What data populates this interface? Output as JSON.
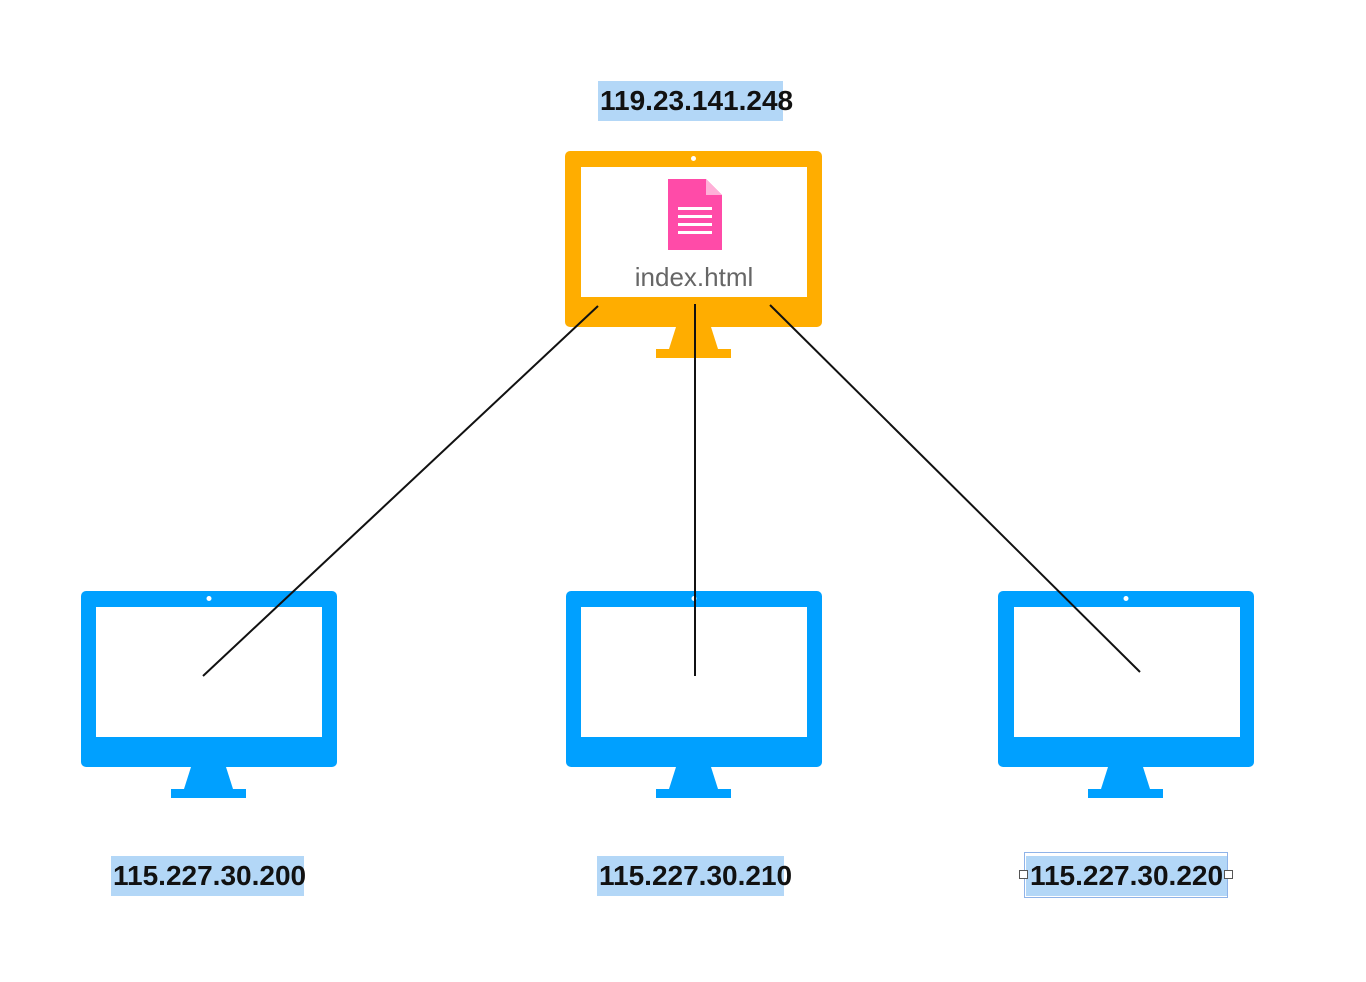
{
  "server": {
    "ip": "119.23.141.248",
    "file_name": "index.html",
    "monitor_color": "#FFAD00",
    "file_icon": "document-icon",
    "file_icon_color": "#FF4BA8"
  },
  "clients": [
    {
      "ip": "115.227.30.200",
      "monitor_color": "#00A0FF"
    },
    {
      "ip": "115.227.30.210",
      "monitor_color": "#00A0FF"
    },
    {
      "ip": "115.227.30.220",
      "monitor_color": "#00A0FF"
    }
  ],
  "label_highlight_color": "#B3D7F7",
  "connector_color": "#111111"
}
